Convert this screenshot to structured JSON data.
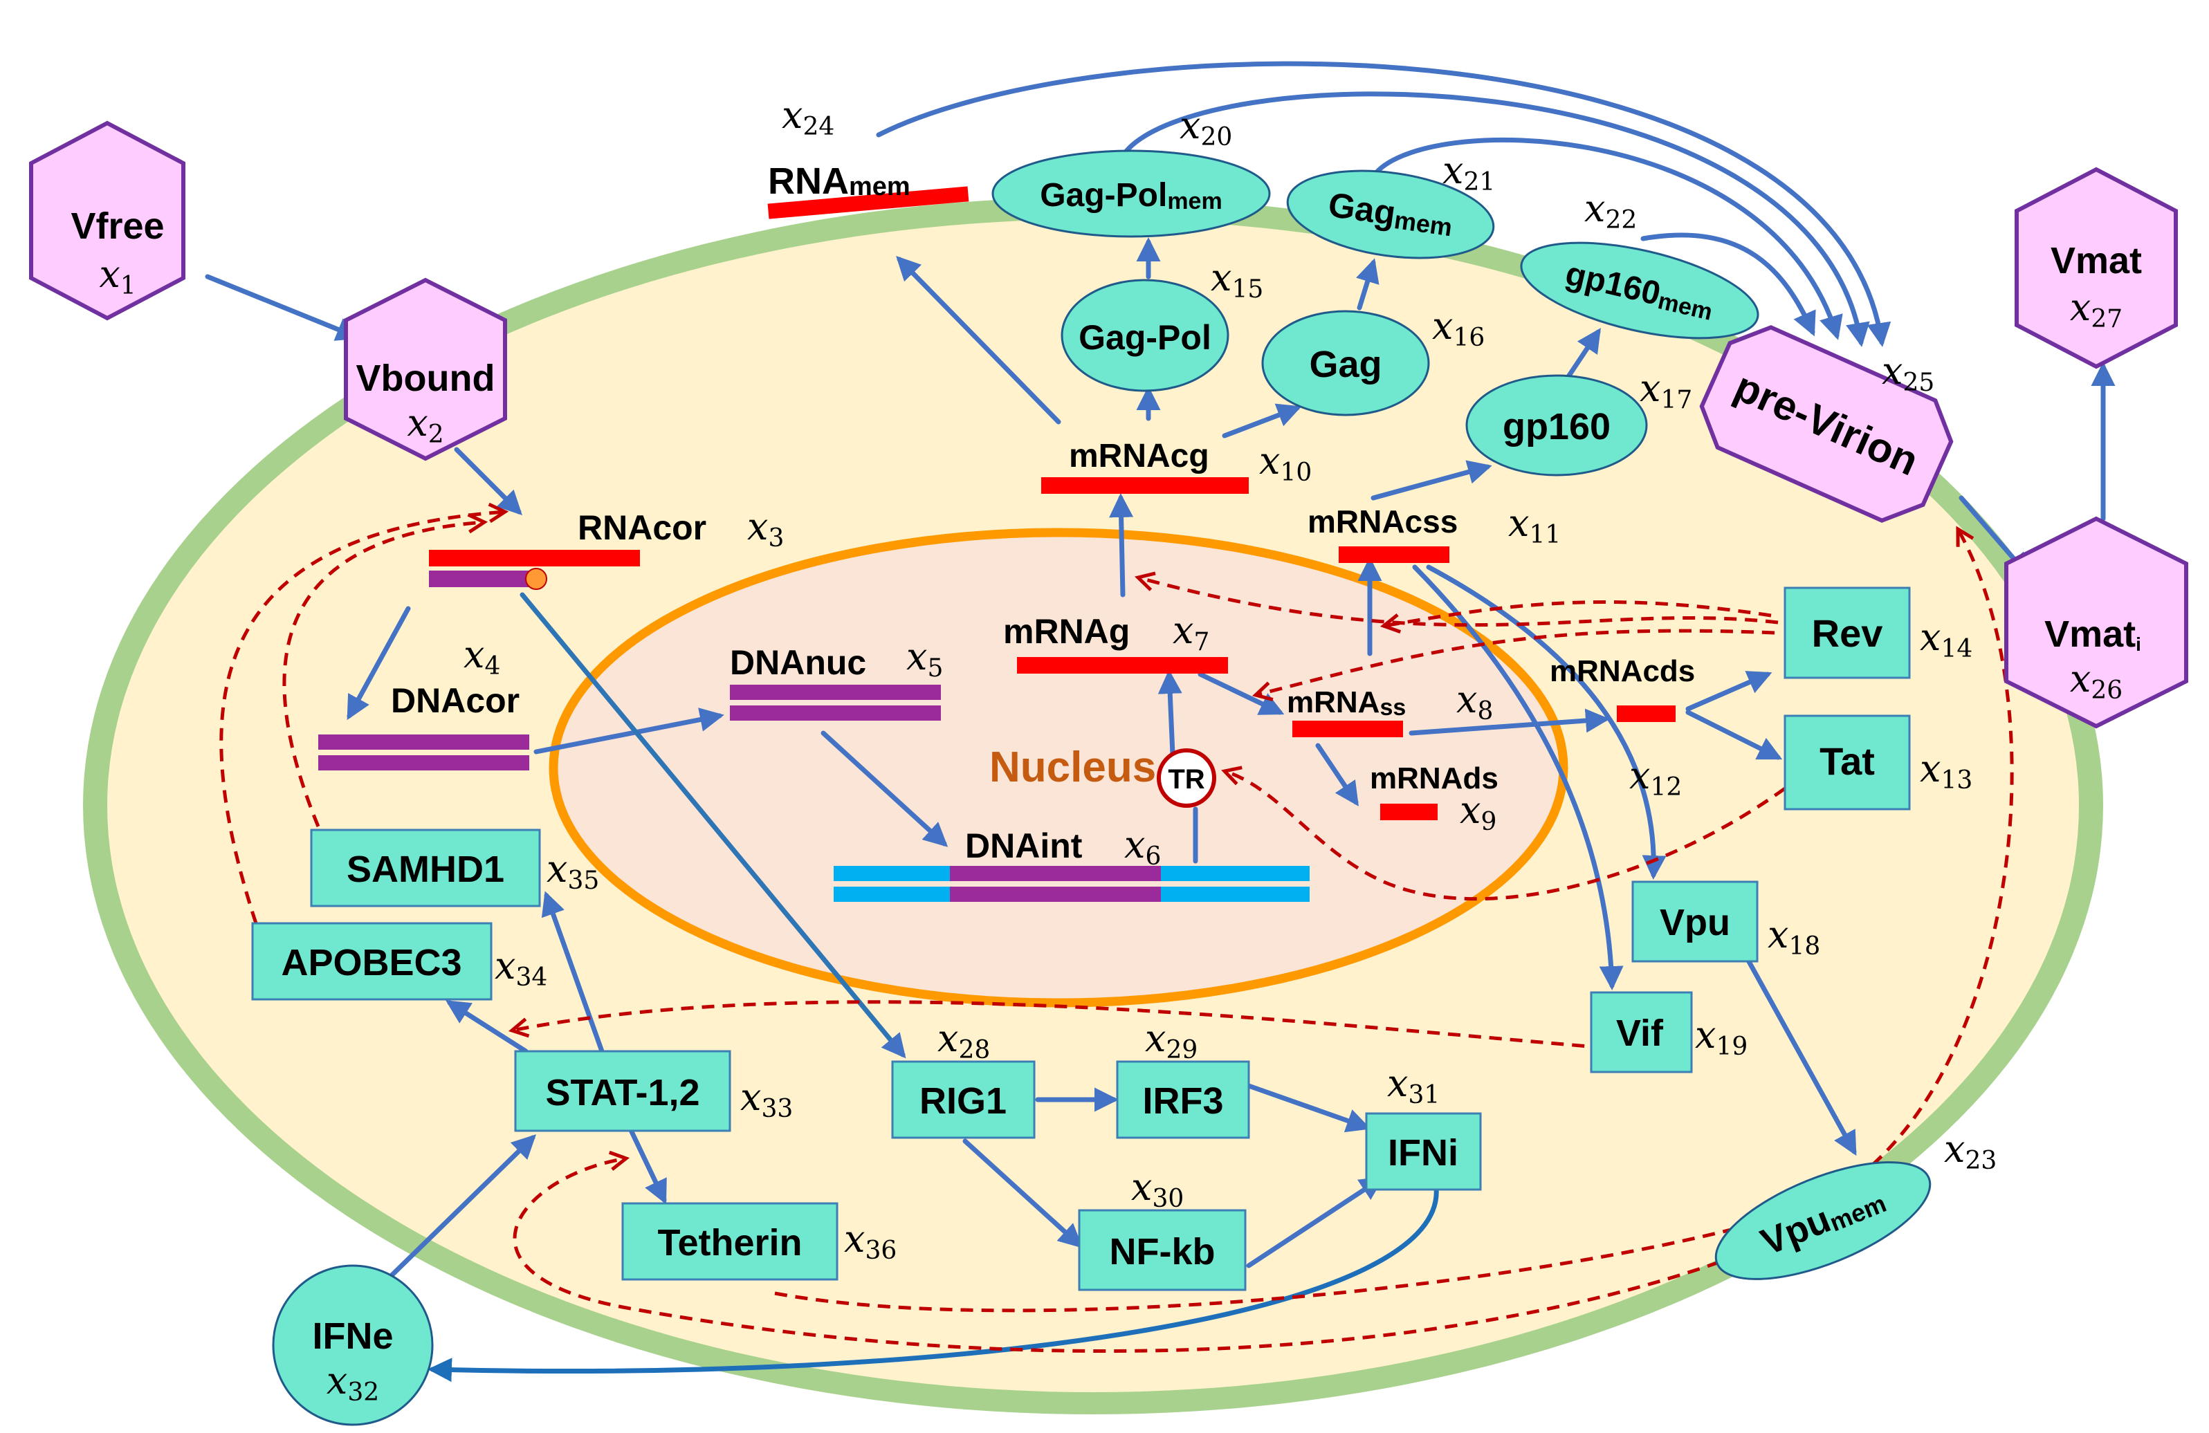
{
  "colors": {
    "membrane": "#a9d18e",
    "cytoplasm": "#fff2cc",
    "nucleus_fill": "#fbe5d6",
    "nucleus_border": "#ff9900",
    "nucleus_text": "#c55a11",
    "virion_fill": "#ffccff",
    "virion_stroke": "#7030a0",
    "protein_fill": "#6fe8cf",
    "rna": "#ff0000",
    "dna": "#9b2a9b",
    "host_dna": "#00b0f0",
    "arrow": "#4472c4",
    "inhibition": "#c00000"
  },
  "nucleus_label": "Nucleus",
  "virions": {
    "vfree": {
      "label": "Vfree",
      "var": "x",
      "sub": "1"
    },
    "vbound": {
      "label": "Vbound",
      "var": "x",
      "sub": "2"
    },
    "pre_virion": {
      "label": "pre-Virion",
      "var": "x",
      "sub": "25"
    },
    "vmat_26": {
      "label": "Vmat",
      "label_sub": "i",
      "var": "x",
      "sub": "26"
    },
    "vmat_27": {
      "label": "Vmat",
      "var": "x",
      "sub": "27"
    }
  },
  "nucleic": {
    "rnacor": {
      "label": "RNAcor",
      "var": "x",
      "sub": "3"
    },
    "dnacor": {
      "label": "DNAcor",
      "var": "x",
      "sub": "4"
    },
    "dnanuc": {
      "label": "DNAnuc",
      "var": "x",
      "sub": "5"
    },
    "dnaint": {
      "label": "DNAint",
      "var": "x",
      "sub": "6"
    },
    "mrnag": {
      "label": "mRNAg",
      "var": "x",
      "sub": "7"
    },
    "mrnass": {
      "label": "mRNA",
      "label_sub": "ss",
      "var": "x",
      "sub": "8"
    },
    "mrnads": {
      "label": "mRNAds",
      "var": "x",
      "sub": "9"
    },
    "mrnacg": {
      "label": "mRNAcg",
      "var": "x",
      "sub": "10"
    },
    "mrnacss": {
      "label": "mRNAcss",
      "var": "x",
      "sub": "11"
    },
    "mrnacds": {
      "label": "mRNAcds",
      "var": "x",
      "sub": "12"
    },
    "rnamem": {
      "label": "RNA",
      "label_sub": "mem",
      "var": "x",
      "sub": "24"
    }
  },
  "tr_label": "TR",
  "proteins": {
    "tat": {
      "label": "Tat",
      "var": "x",
      "sub": "13"
    },
    "rev": {
      "label": "Rev",
      "var": "x",
      "sub": "14"
    },
    "gag_pol": {
      "label": "Gag-Pol",
      "var": "x",
      "sub": "15"
    },
    "gag": {
      "label": "Gag",
      "var": "x",
      "sub": "16"
    },
    "gp160": {
      "label": "gp160",
      "var": "x",
      "sub": "17"
    },
    "vpu": {
      "label": "Vpu",
      "var": "x",
      "sub": "18"
    },
    "vif": {
      "label": "Vif",
      "var": "x",
      "sub": "19"
    },
    "gag_pol_mem": {
      "label": "Gag-Pol",
      "label_sub": "mem",
      "var": "x",
      "sub": "20"
    },
    "gag_mem": {
      "label": "Gag",
      "label_sub": "mem",
      "var": "x",
      "sub": "21"
    },
    "gp160_mem": {
      "label": "gp160",
      "label_sub": "mem",
      "var": "x",
      "sub": "22"
    },
    "vpu_mem": {
      "label": "Vpu",
      "label_sub": "mem",
      "var": "x",
      "sub": "23"
    },
    "rig1": {
      "label": "RIG1",
      "var": "x",
      "sub": "28"
    },
    "irf3": {
      "label": "IRF3",
      "var": "x",
      "sub": "29"
    },
    "nfkb": {
      "label": "NF-kb",
      "var": "x",
      "sub": "30"
    },
    "ifni": {
      "label": "IFNi",
      "var": "x",
      "sub": "31"
    },
    "ifne": {
      "label": "IFNe",
      "var": "x",
      "sub": "32"
    },
    "stat": {
      "label": "STAT-1,2",
      "var": "x",
      "sub": "33"
    },
    "apobec3": {
      "label": "APOBEC3",
      "var": "x",
      "sub": "34"
    },
    "samhd1": {
      "label": "SAMHD1",
      "var": "x",
      "sub": "35"
    },
    "tetherin": {
      "label": "Tetherin",
      "var": "x",
      "sub": "36"
    }
  }
}
